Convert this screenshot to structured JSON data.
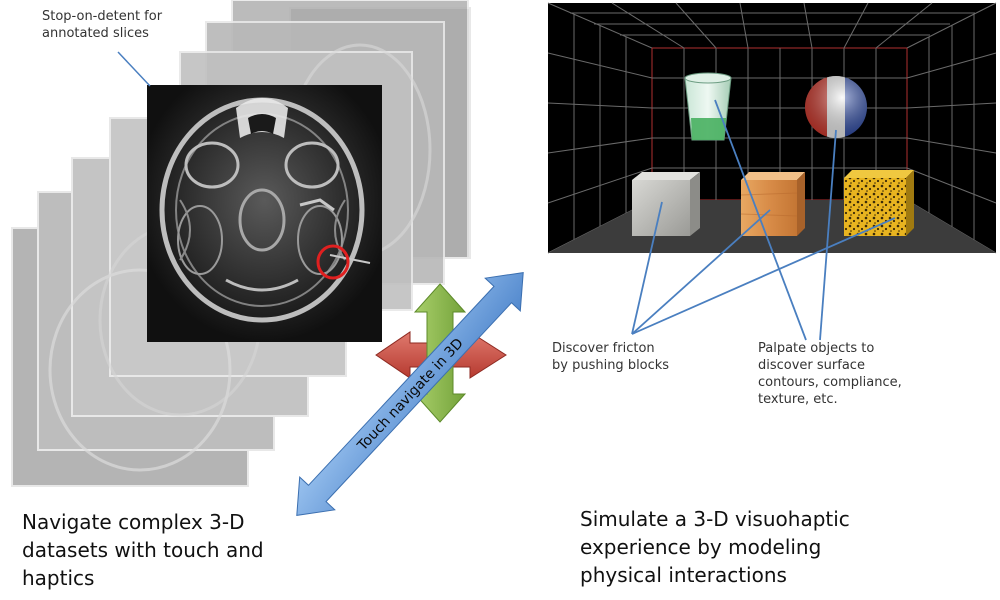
{
  "left_panel": {
    "annotation": {
      "line1": "Stop-on-detent for",
      "line2": "annotated slices"
    },
    "arrow_label": "Touch navigate in 3D",
    "caption": {
      "line1": "Navigate complex 3-D",
      "line2": "datasets with touch and",
      "line3": "haptics"
    }
  },
  "right_panel": {
    "friction_label": {
      "line1": "Discover fricton",
      "line2": "by pushing blocks"
    },
    "palpate_label": {
      "line1": "Palpate objects to",
      "line2": "discover  surface",
      "line3": "contours, compliance,",
      "line4": "texture, etc."
    },
    "caption": {
      "line1": "Simulate a 3-D visuohaptic",
      "line2": "experience by modeling",
      "line3": "physical interactions"
    }
  },
  "colors": {
    "callout_blue": "#4a7fc0",
    "arrow_blue": "#6fa0dc",
    "arrow_red": "#c8463c",
    "arrow_green": "#8ab648",
    "grid_red": "#b03030",
    "highlight_circle": "#e02020"
  }
}
